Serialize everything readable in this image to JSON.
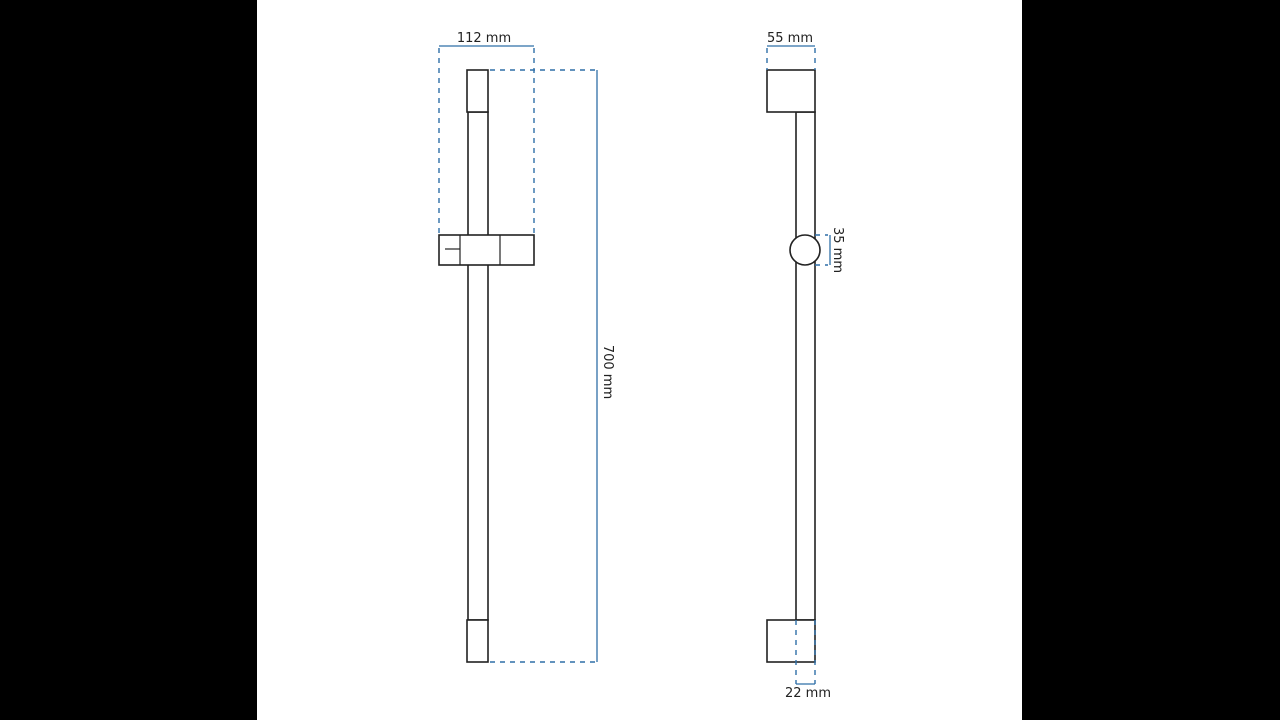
{
  "colors": {
    "dimension": "#2f6fa7",
    "outline": "#222222",
    "background": "#ffffff"
  },
  "front_view": {
    "width_label": "112 mm",
    "height_label": "700 mm"
  },
  "side_view": {
    "depth_label": "55 mm",
    "holder_label": "35 mm",
    "rod_label": "22 mm"
  }
}
